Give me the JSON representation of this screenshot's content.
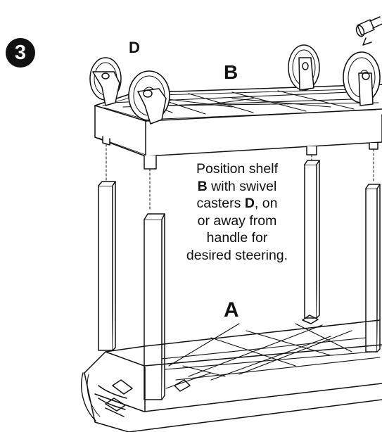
{
  "step": {
    "number": "3"
  },
  "labels": {
    "shelf_top": "B",
    "shelf_bottom": "A",
    "casters": "D"
  },
  "instruction": {
    "line1": "Position shelf",
    "line2_bold": "B",
    "line2_rest": " with swivel",
    "line3_start": "casters ",
    "line3_bold": "D",
    "line3_end": ", on",
    "line4": "or away from",
    "line5": "handle for",
    "line6": "desired steering."
  },
  "icons": {
    "mallet": "mallet-icon",
    "caster": "swivel-caster-icon"
  },
  "colors": {
    "ink": "#111111",
    "paper": "#ffffff"
  }
}
